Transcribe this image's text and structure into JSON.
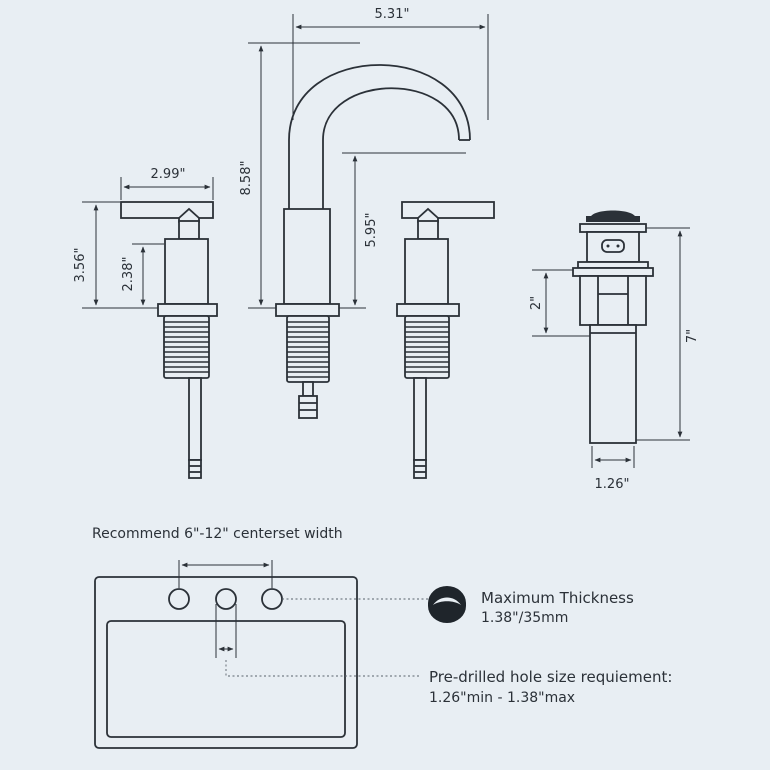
{
  "dimensions": {
    "spout_reach": "5.31\"",
    "faucet_height": "8.58\"",
    "spout_height": "5.95\"",
    "handle_width": "2.99\"",
    "handle_height": "3.56\"",
    "handle_base_height": "2.38\"",
    "drain_length": "7\"",
    "drain_upper": "2\"",
    "drain_diameter": "1.26\""
  },
  "notes": {
    "centerset": "Recommend 6\"-12\" centerset width",
    "max_thickness_title": "Maximum Thickness",
    "max_thickness_value": "1.38\"/35mm",
    "hole_size_title": "Pre-drilled hole size requiement:",
    "hole_size_value": "1.26\"min - 1.38\"max"
  },
  "colors": {
    "background": "#e8eef3",
    "line": "#2b3138"
  }
}
